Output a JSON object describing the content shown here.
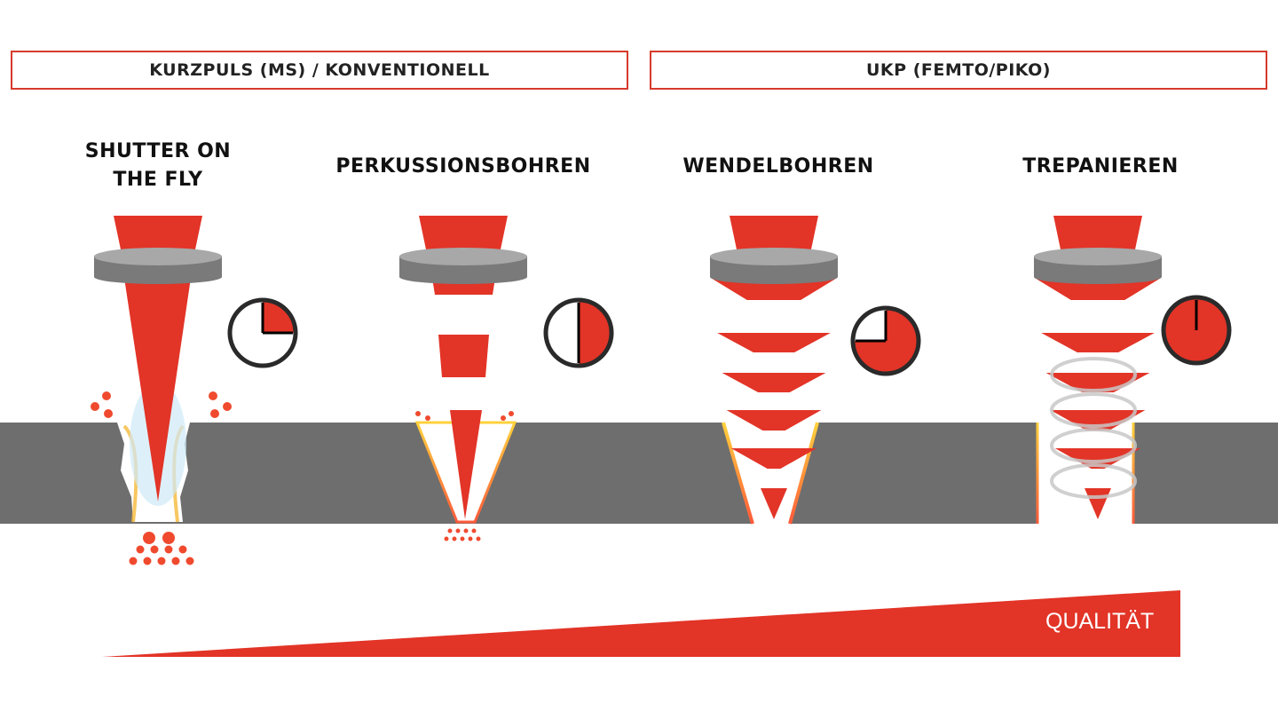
{
  "headers": {
    "left": "KURZPULS (MS) / KONVENTIONELL",
    "right": "UKP (FEMTO/PIKO)"
  },
  "methods": [
    {
      "title_line1": "SHUTTER ON",
      "title_line2": "THE FLY",
      "clock_fraction": 0.25
    },
    {
      "title": "PERKUSSIONSBOHREN",
      "clock_fraction": 0.5
    },
    {
      "title": "WENDELBOHREN",
      "clock_fraction": 0.75
    },
    {
      "title": "TREPANIEREN",
      "clock_fraction": 1.0
    }
  ],
  "quality_label": "QUALITÄT",
  "colors": {
    "accent": "#e23427",
    "material": "#6e6e6e",
    "lens_top": "#a8a8a8",
    "lens_side": "#7a7a7a"
  }
}
